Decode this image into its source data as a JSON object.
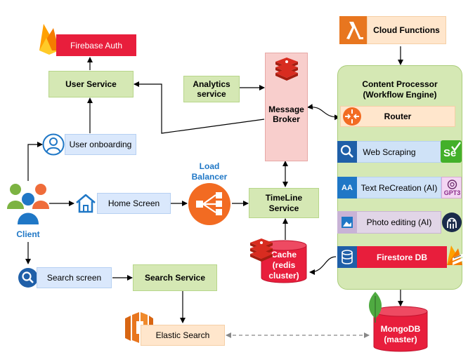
{
  "nodes": {
    "firebase_auth": "Firebase Auth",
    "user_service": "User Service",
    "user_onboarding": "User onboarding",
    "client": "Client",
    "home_screen": "Home Screen",
    "search_screen": "Search screen",
    "search_service": "Search Service",
    "elastic_search": "Elastic Search",
    "load_balancer": "Load\nBalancer",
    "analytics_service": "Analytics\nservice",
    "message_broker": "Message\nBroker",
    "timeline_service": "TimeLine\nService",
    "cache": "Cache\n(redis\ncluster)",
    "cloud_functions": "Cloud Functions",
    "content_processor": "Content Processor\n(Workflow Engine)",
    "router": "Router",
    "web_scraping": "Web Scraping",
    "text_recreation": "Text ReCreation (AI)",
    "photo_editing": "Photo editing (AI)",
    "firestore_db": "Firestore DB",
    "mongodb": "MongoDB\n(master)"
  },
  "icon_text": {
    "selenium": "Se",
    "gpt3": "GPT3",
    "font_aa": "AA"
  },
  "colors": {
    "green_box": "#d5e8b4",
    "blue_box": "#dae8fc",
    "peach_box": "#ffe6cc",
    "red_box": "#e81e3c",
    "pink_box": "#f8cecc",
    "lavender_box": "#e1d5e7",
    "client_blue": "#1f77c6",
    "load_balancer_orange": "#f26b22"
  }
}
